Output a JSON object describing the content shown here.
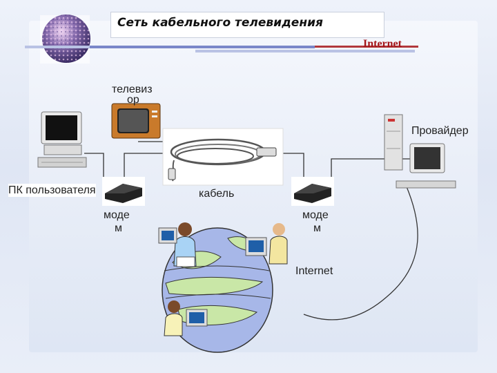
{
  "title": "Сеть кабельного телевидения",
  "internet_top": "Internet",
  "labels": {
    "tv": "телевиз\nор",
    "tv_line1": "телевиз",
    "tv_line2": "ор",
    "provider": "Провайдер",
    "user_pc": "ПК пользователя",
    "cable": "кабель",
    "modem_left_1": "моде",
    "modem_left_2": "м",
    "modem_right_1": "моде",
    "modem_right_2": "м",
    "internet_globe": "Internet"
  },
  "colors": {
    "accent_red": "#a4161a",
    "line": "#333333",
    "globe_land": "#c9e7a7",
    "globe_sea": "#a7b7e8"
  }
}
